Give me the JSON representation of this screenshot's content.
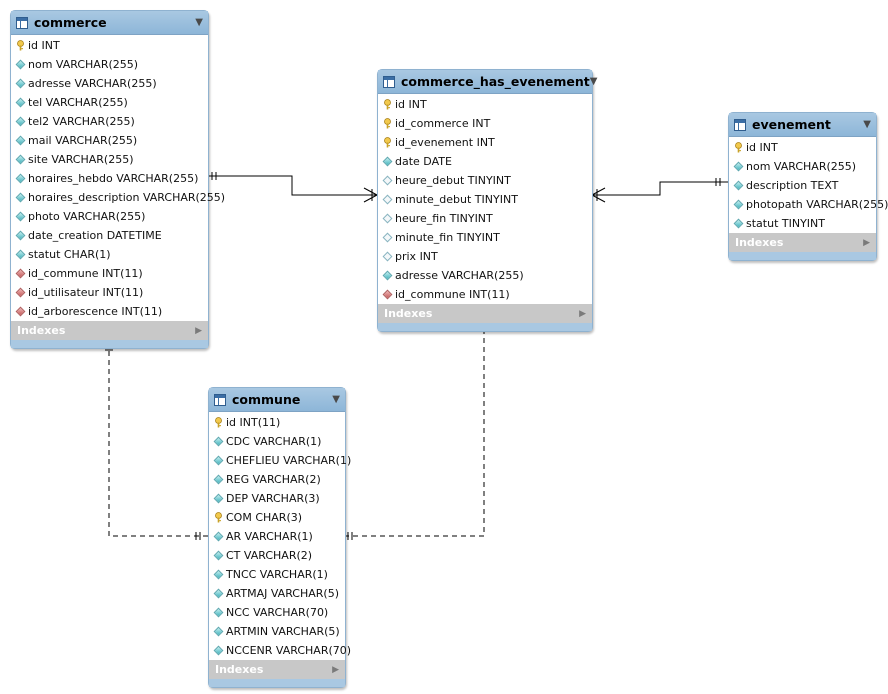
{
  "tables": {
    "commerce": {
      "name": "commerce",
      "columns": [
        {
          "label": "id INT",
          "icon": "primary-key-icon"
        },
        {
          "label": "nom VARCHAR(255)",
          "icon": "column-icon"
        },
        {
          "label": "adresse VARCHAR(255)",
          "icon": "column-icon"
        },
        {
          "label": "tel VARCHAR(255)",
          "icon": "column-icon"
        },
        {
          "label": "tel2 VARCHAR(255)",
          "icon": "column-icon"
        },
        {
          "label": "mail VARCHAR(255)",
          "icon": "column-icon"
        },
        {
          "label": "site VARCHAR(255)",
          "icon": "column-icon"
        },
        {
          "label": "horaires_hebdo VARCHAR(255)",
          "icon": "column-icon"
        },
        {
          "label": "horaires_description VARCHAR(255)",
          "icon": "column-icon"
        },
        {
          "label": "photo VARCHAR(255)",
          "icon": "column-icon"
        },
        {
          "label": "date_creation DATETIME",
          "icon": "column-icon"
        },
        {
          "label": "statut CHAR(1)",
          "icon": "column-icon"
        },
        {
          "label": "id_commune INT(11)",
          "icon": "foreign-key-icon"
        },
        {
          "label": "id_utilisateur INT(11)",
          "icon": "foreign-key-icon"
        },
        {
          "label": "id_arborescence INT(11)",
          "icon": "foreign-key-icon"
        }
      ],
      "indexes_label": "Indexes"
    },
    "commerce_has_evenement": {
      "name": "commerce_has_evenement",
      "columns": [
        {
          "label": "id INT",
          "icon": "primary-key-icon"
        },
        {
          "label": "id_commerce INT",
          "icon": "primary-key-icon"
        },
        {
          "label": "id_evenement INT",
          "icon": "primary-key-icon"
        },
        {
          "label": "date DATE",
          "icon": "column-icon"
        },
        {
          "label": "heure_debut TINYINT",
          "icon": "nullable-column-icon"
        },
        {
          "label": "minute_debut TINYINT",
          "icon": "nullable-column-icon"
        },
        {
          "label": "heure_fin TINYINT",
          "icon": "nullable-column-icon"
        },
        {
          "label": "minute_fin TINYINT",
          "icon": "nullable-column-icon"
        },
        {
          "label": "prix INT",
          "icon": "nullable-column-icon"
        },
        {
          "label": "adresse VARCHAR(255)",
          "icon": "column-icon"
        },
        {
          "label": "id_commune INT(11)",
          "icon": "foreign-key-icon"
        }
      ],
      "indexes_label": "Indexes"
    },
    "evenement": {
      "name": "evenement",
      "columns": [
        {
          "label": "id INT",
          "icon": "primary-key-icon"
        },
        {
          "label": "nom VARCHAR(255)",
          "icon": "column-icon"
        },
        {
          "label": "description TEXT",
          "icon": "column-icon"
        },
        {
          "label": "photopath VARCHAR(255)",
          "icon": "column-icon"
        },
        {
          "label": "statut TINYINT",
          "icon": "column-icon"
        }
      ],
      "indexes_label": "Indexes"
    },
    "commune": {
      "name": "commune",
      "columns": [
        {
          "label": "id INT(11)",
          "icon": "primary-key-icon"
        },
        {
          "label": "CDC VARCHAR(1)",
          "icon": "column-icon"
        },
        {
          "label": "CHEFLIEU VARCHAR(1)",
          "icon": "column-icon"
        },
        {
          "label": "REG VARCHAR(2)",
          "icon": "column-icon"
        },
        {
          "label": "DEP VARCHAR(3)",
          "icon": "column-icon"
        },
        {
          "label": "COM CHAR(3)",
          "icon": "primary-key-icon"
        },
        {
          "label": "AR VARCHAR(1)",
          "icon": "column-icon"
        },
        {
          "label": "CT VARCHAR(2)",
          "icon": "column-icon"
        },
        {
          "label": "TNCC VARCHAR(1)",
          "icon": "column-icon"
        },
        {
          "label": "ARTMAJ VARCHAR(5)",
          "icon": "column-icon"
        },
        {
          "label": "NCC VARCHAR(70)",
          "icon": "column-icon"
        },
        {
          "label": "ARTMIN VARCHAR(5)",
          "icon": "column-icon"
        },
        {
          "label": "NCCENR VARCHAR(70)",
          "icon": "column-icon"
        }
      ],
      "indexes_label": "Indexes"
    }
  },
  "colors": {
    "header": "#a9c8e2",
    "border": "#8fb2d0",
    "indexes_bar": "#c8c8c8",
    "line": "#000000"
  }
}
